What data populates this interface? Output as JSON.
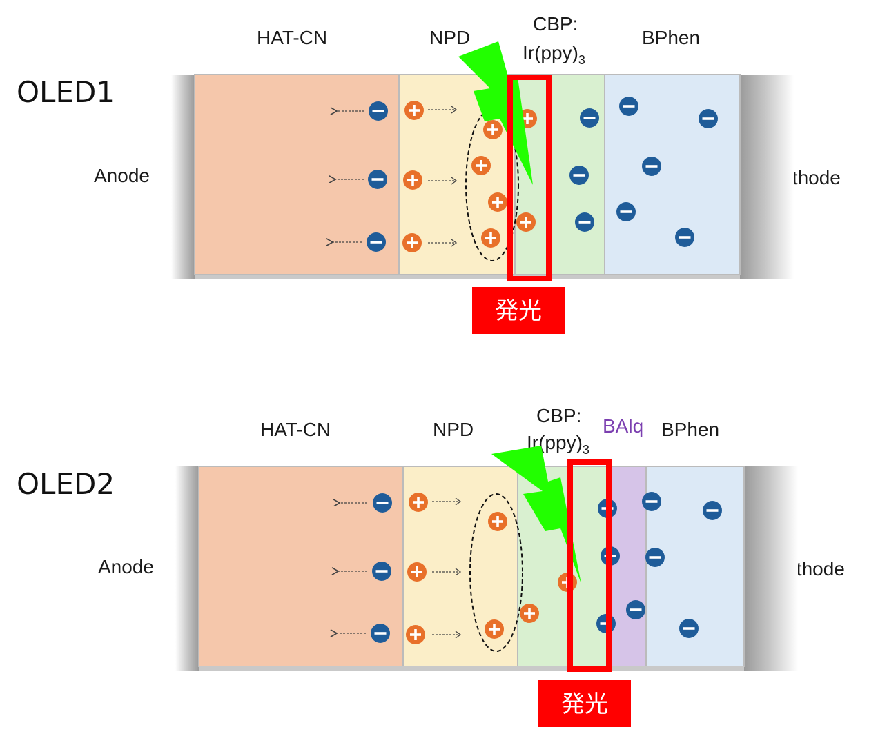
{
  "devices": [
    {
      "title": "OLED1",
      "anode_label": "Anode",
      "cathode_label": "Cathode",
      "layers": {
        "hil": "HAT-CN",
        "htl": "NPD",
        "eml_line1": "CBP:",
        "eml_line2": "Ir(ppy)",
        "eml_subscript": "3",
        "etl": "BPhen"
      },
      "emission_label": "発光"
    },
    {
      "title": "OLED2",
      "anode_label": "Anode",
      "cathode_label": "Cathode",
      "layers": {
        "hil": "HAT-CN",
        "htl": "NPD",
        "eml_line1": "CBP:",
        "eml_line2": "Ir(ppy)",
        "eml_subscript": "3",
        "hbl": "BAlq",
        "etl": "BPhen"
      },
      "emission_label": "発光"
    }
  ],
  "colors": {
    "hil": "#f5c7ab",
    "htl": "#fbeec8",
    "eml": "#d9f0d0",
    "hbl": "#d6c4e8",
    "etl": "#dce9f6",
    "electrode": "#b8b8b8",
    "hole": "#e8702a",
    "electron": "#1f5c99",
    "emission_box": "#ff0000",
    "lightning": "#22ff00",
    "balq_text": "#7b3fb0"
  },
  "icons": {
    "hole": "plus-circle-icon",
    "electron": "minus-circle-icon",
    "light": "lightning-bolt-icon"
  }
}
